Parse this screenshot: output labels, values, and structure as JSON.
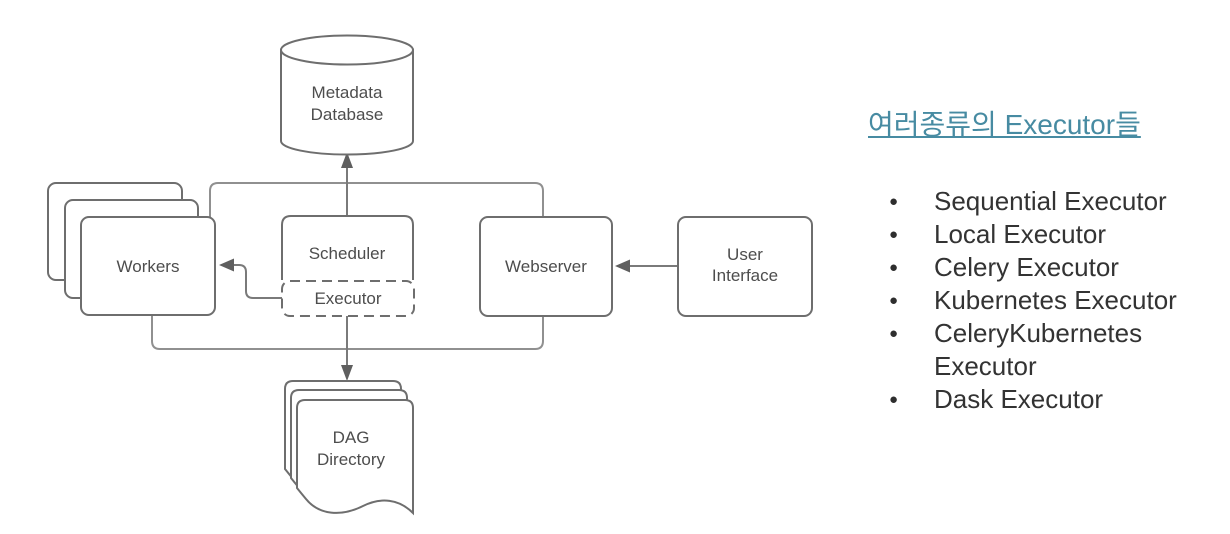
{
  "diagram": {
    "nodes": {
      "metadata_database": {
        "line1": "Metadata",
        "line2": "Database"
      },
      "workers": {
        "label": "Workers"
      },
      "scheduler": {
        "label": "Scheduler"
      },
      "executor": {
        "label": "Executor"
      },
      "webserver": {
        "label": "Webserver"
      },
      "user_interface": {
        "line1": "User",
        "line2": "Interface"
      },
      "dag_directory": {
        "line1": "DAG",
        "line2": "Directory"
      }
    },
    "colors": {
      "box_border": "#6e6e6e",
      "connector_line": "#909090",
      "box_label": "#4d4d4d",
      "background": "#ffffff"
    }
  },
  "panel": {
    "heading": "여러종류의 Executor들",
    "heading_color": "#478ba2",
    "text_color": "#333333",
    "items": [
      "Sequential Executor",
      "Local Executor",
      "Celery Executor",
      "Kubernetes Executor",
      "CeleryKubernetes Executor",
      "Dask Executor"
    ]
  }
}
